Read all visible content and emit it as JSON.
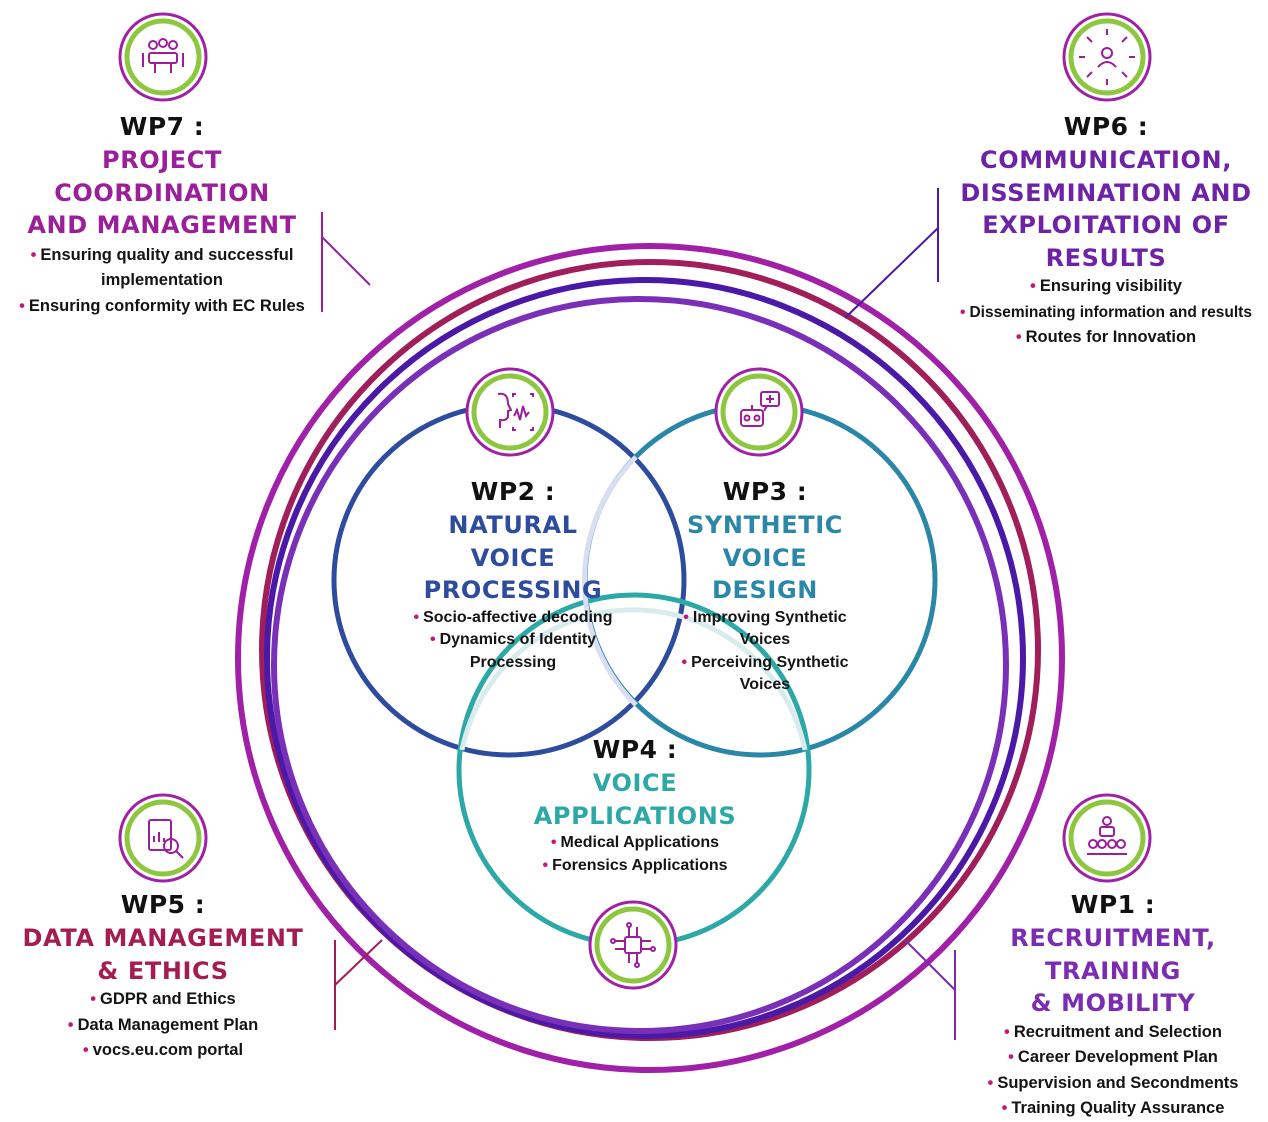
{
  "colors": {
    "ring_purple": "#a020a8",
    "ring_crimson": "#a01e5a",
    "ring_indigo": "#4a19a8",
    "ring_violet": "#7a2fb8",
    "wp2_blue": "#2e4c9e",
    "wp3_teal": "#2a87a8",
    "wp4_teal": "#2ca8a6",
    "badge_green": "#8dc63f",
    "bullet_magenta": "#c0187a"
  },
  "wp7": {
    "code": "WP7 :",
    "title": [
      "PROJECT",
      "COORDINATION",
      "AND MANAGEMENT"
    ],
    "color": "#9b1f9a",
    "icon": "meeting-icon",
    "bullets": [
      "Ensuring quality and successful implementation",
      "Ensuring conformity with EC Rules"
    ]
  },
  "wp6": {
    "code": "WP6 :",
    "title": [
      "COMMUNICATION,",
      "DISSEMINATION AND",
      "EXPLOITATION OF",
      "RESULTS"
    ],
    "color": "#6e22a6",
    "icon": "network-person-icon",
    "bullets": [
      "Ensuring visibility",
      "Disseminating information and results",
      "Routes for Innovation"
    ]
  },
  "wp5": {
    "code": "WP5 :",
    "title": [
      "DATA MANAGEMENT",
      "& ETHICS"
    ],
    "color": "#a31d52",
    "icon": "data-search-icon",
    "bullets": [
      "GDPR and Ethics",
      "Data Management Plan",
      "vocs.eu.com portal"
    ]
  },
  "wp1": {
    "code": "WP1 :",
    "title": [
      "RECRUITMENT,",
      "TRAINING",
      "& MOBILITY"
    ],
    "color": "#7b2cb0",
    "icon": "presenter-audience-icon",
    "bullets": [
      "Recruitment  and Selection",
      "Career Development Plan",
      "Supervision and Secondments",
      "Training Quality Assurance"
    ]
  },
  "wp2": {
    "code": "WP2 :",
    "title": [
      "NATURAL",
      "VOICE",
      "PROCESSING"
    ],
    "color": "#2e4c9e",
    "icon": "voice-face-icon",
    "bullets": [
      "Socio-affective decoding",
      "Dynamics of Identity Processing"
    ]
  },
  "wp3": {
    "code": "WP3 :",
    "title": [
      "SYNTHETIC",
      "VOICE",
      "DESIGN"
    ],
    "color": "#2a87a8",
    "icon": "robot-speech-icon",
    "bullets": [
      "Improving Synthetic Voices",
      "Perceiving Synthetic Voices"
    ]
  },
  "wp4": {
    "code": "WP4 :",
    "title": [
      "VOICE",
      "APPLICATIONS"
    ],
    "color": "#2ca8a6",
    "icon": "chip-circuit-icon",
    "bullets": [
      "Medical Applications",
      "Forensics Applications"
    ]
  }
}
